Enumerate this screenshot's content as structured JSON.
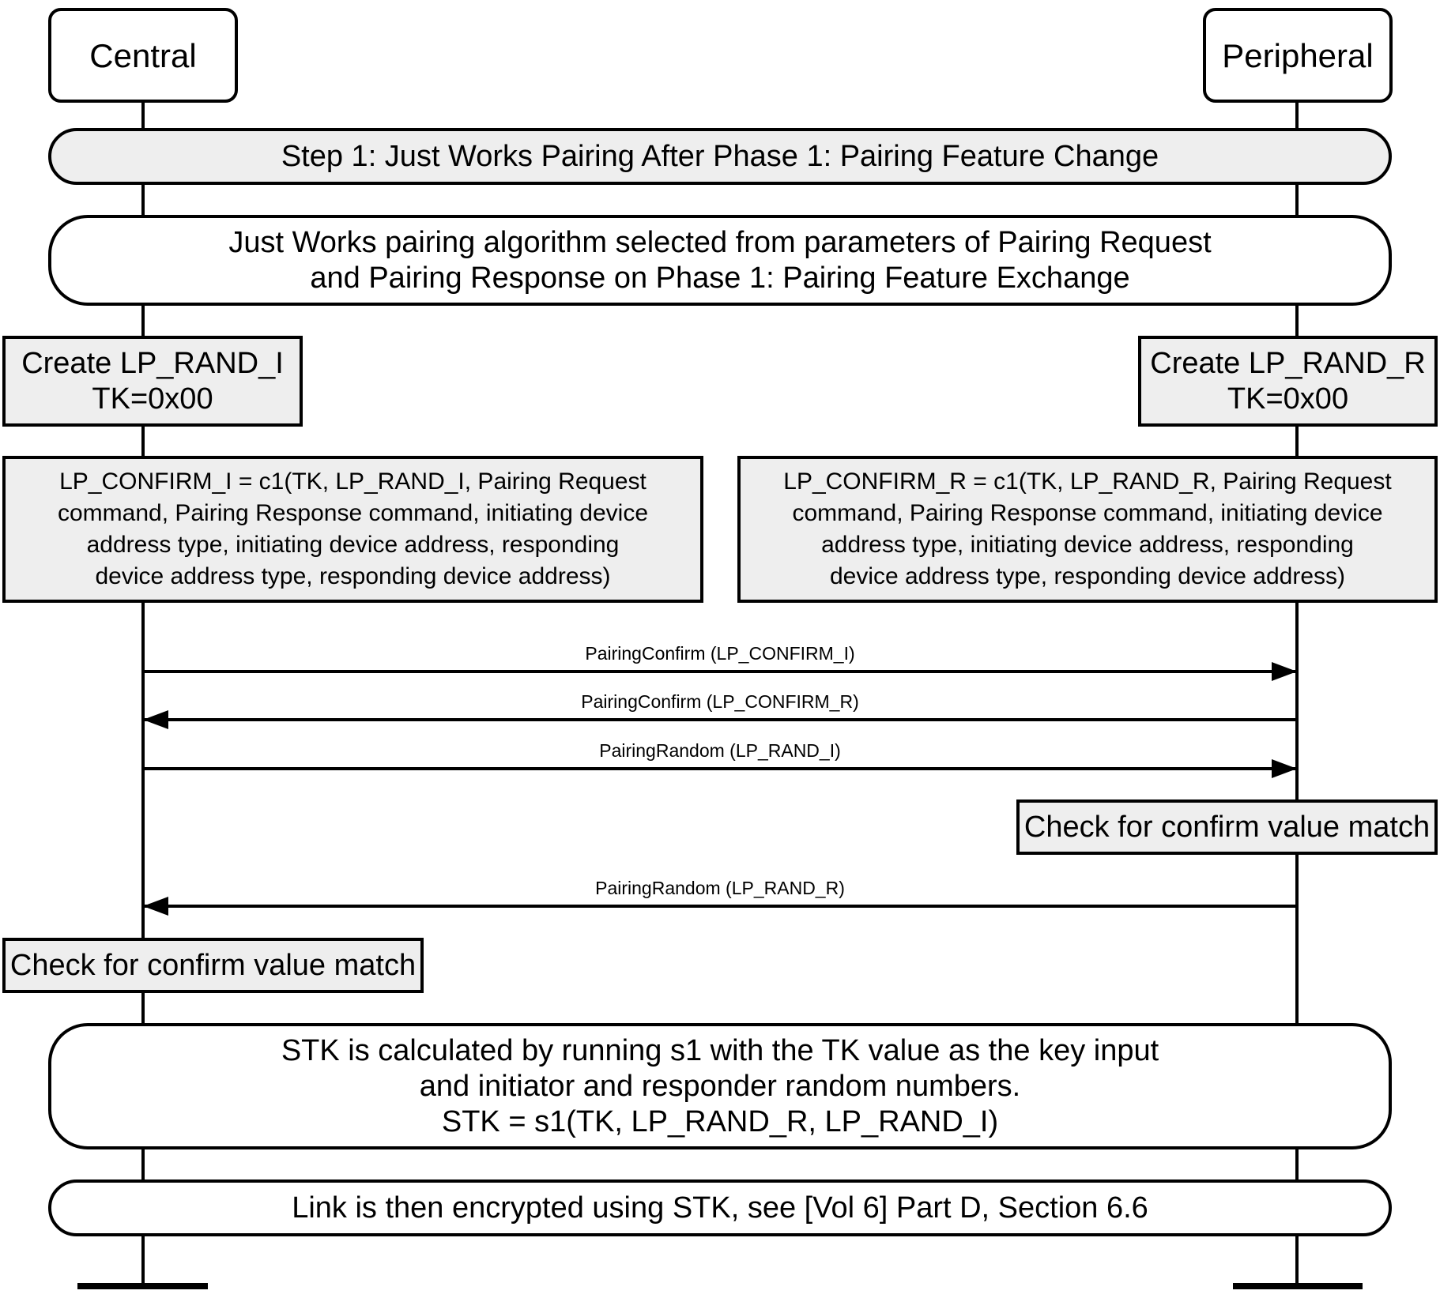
{
  "participants": {
    "central": "Central",
    "peripheral": "Peripheral"
  },
  "step_banner": "Step 1: Just Works Pairing After Phase 1: Pairing Feature Change",
  "selection_note": [
    "Just Works pairing algorithm selected from parameters of Pairing Request",
    "and Pairing Response on Phase 1: Pairing Feature Exchange"
  ],
  "central_create": [
    "Create LP_RAND_I",
    "TK=0x00"
  ],
  "peripheral_create": [
    "Create LP_RAND_R",
    "TK=0x00"
  ],
  "central_confirm": [
    "LP_CONFIRM_I = c1(TK, LP_RAND_I, Pairing Request",
    "command, Pairing Response command, initiating device",
    "address type, initiating device address, responding",
    "device address type, responding device address)"
  ],
  "peripheral_confirm": [
    "LP_CONFIRM_R = c1(TK, LP_RAND_R, Pairing Request",
    "command, Pairing Response command, initiating device",
    "address type, initiating device address, responding",
    "device address type, responding device address)"
  ],
  "messages": [
    {
      "label": "PairingConfirm (LP_CONFIRM_I)",
      "direction": "central-to-peripheral"
    },
    {
      "label": "PairingConfirm (LP_CONFIRM_R)",
      "direction": "peripheral-to-central"
    },
    {
      "label": "PairingRandom (LP_RAND_I)",
      "direction": "central-to-peripheral"
    },
    {
      "label": "PairingRandom (LP_RAND_R)",
      "direction": "peripheral-to-central"
    }
  ],
  "peripheral_check": "Check for confirm value match",
  "central_check": "Check for confirm value match",
  "stk_note": [
    "STK is calculated by running s1 with the TK value as the key input",
    "and initiator and responder random numbers.",
    "STK = s1(TK, LP_RAND_R, LP_RAND_I)"
  ],
  "link_note": "Link is then encrypted using STK, see [Vol 6] Part D, Section 6.6"
}
